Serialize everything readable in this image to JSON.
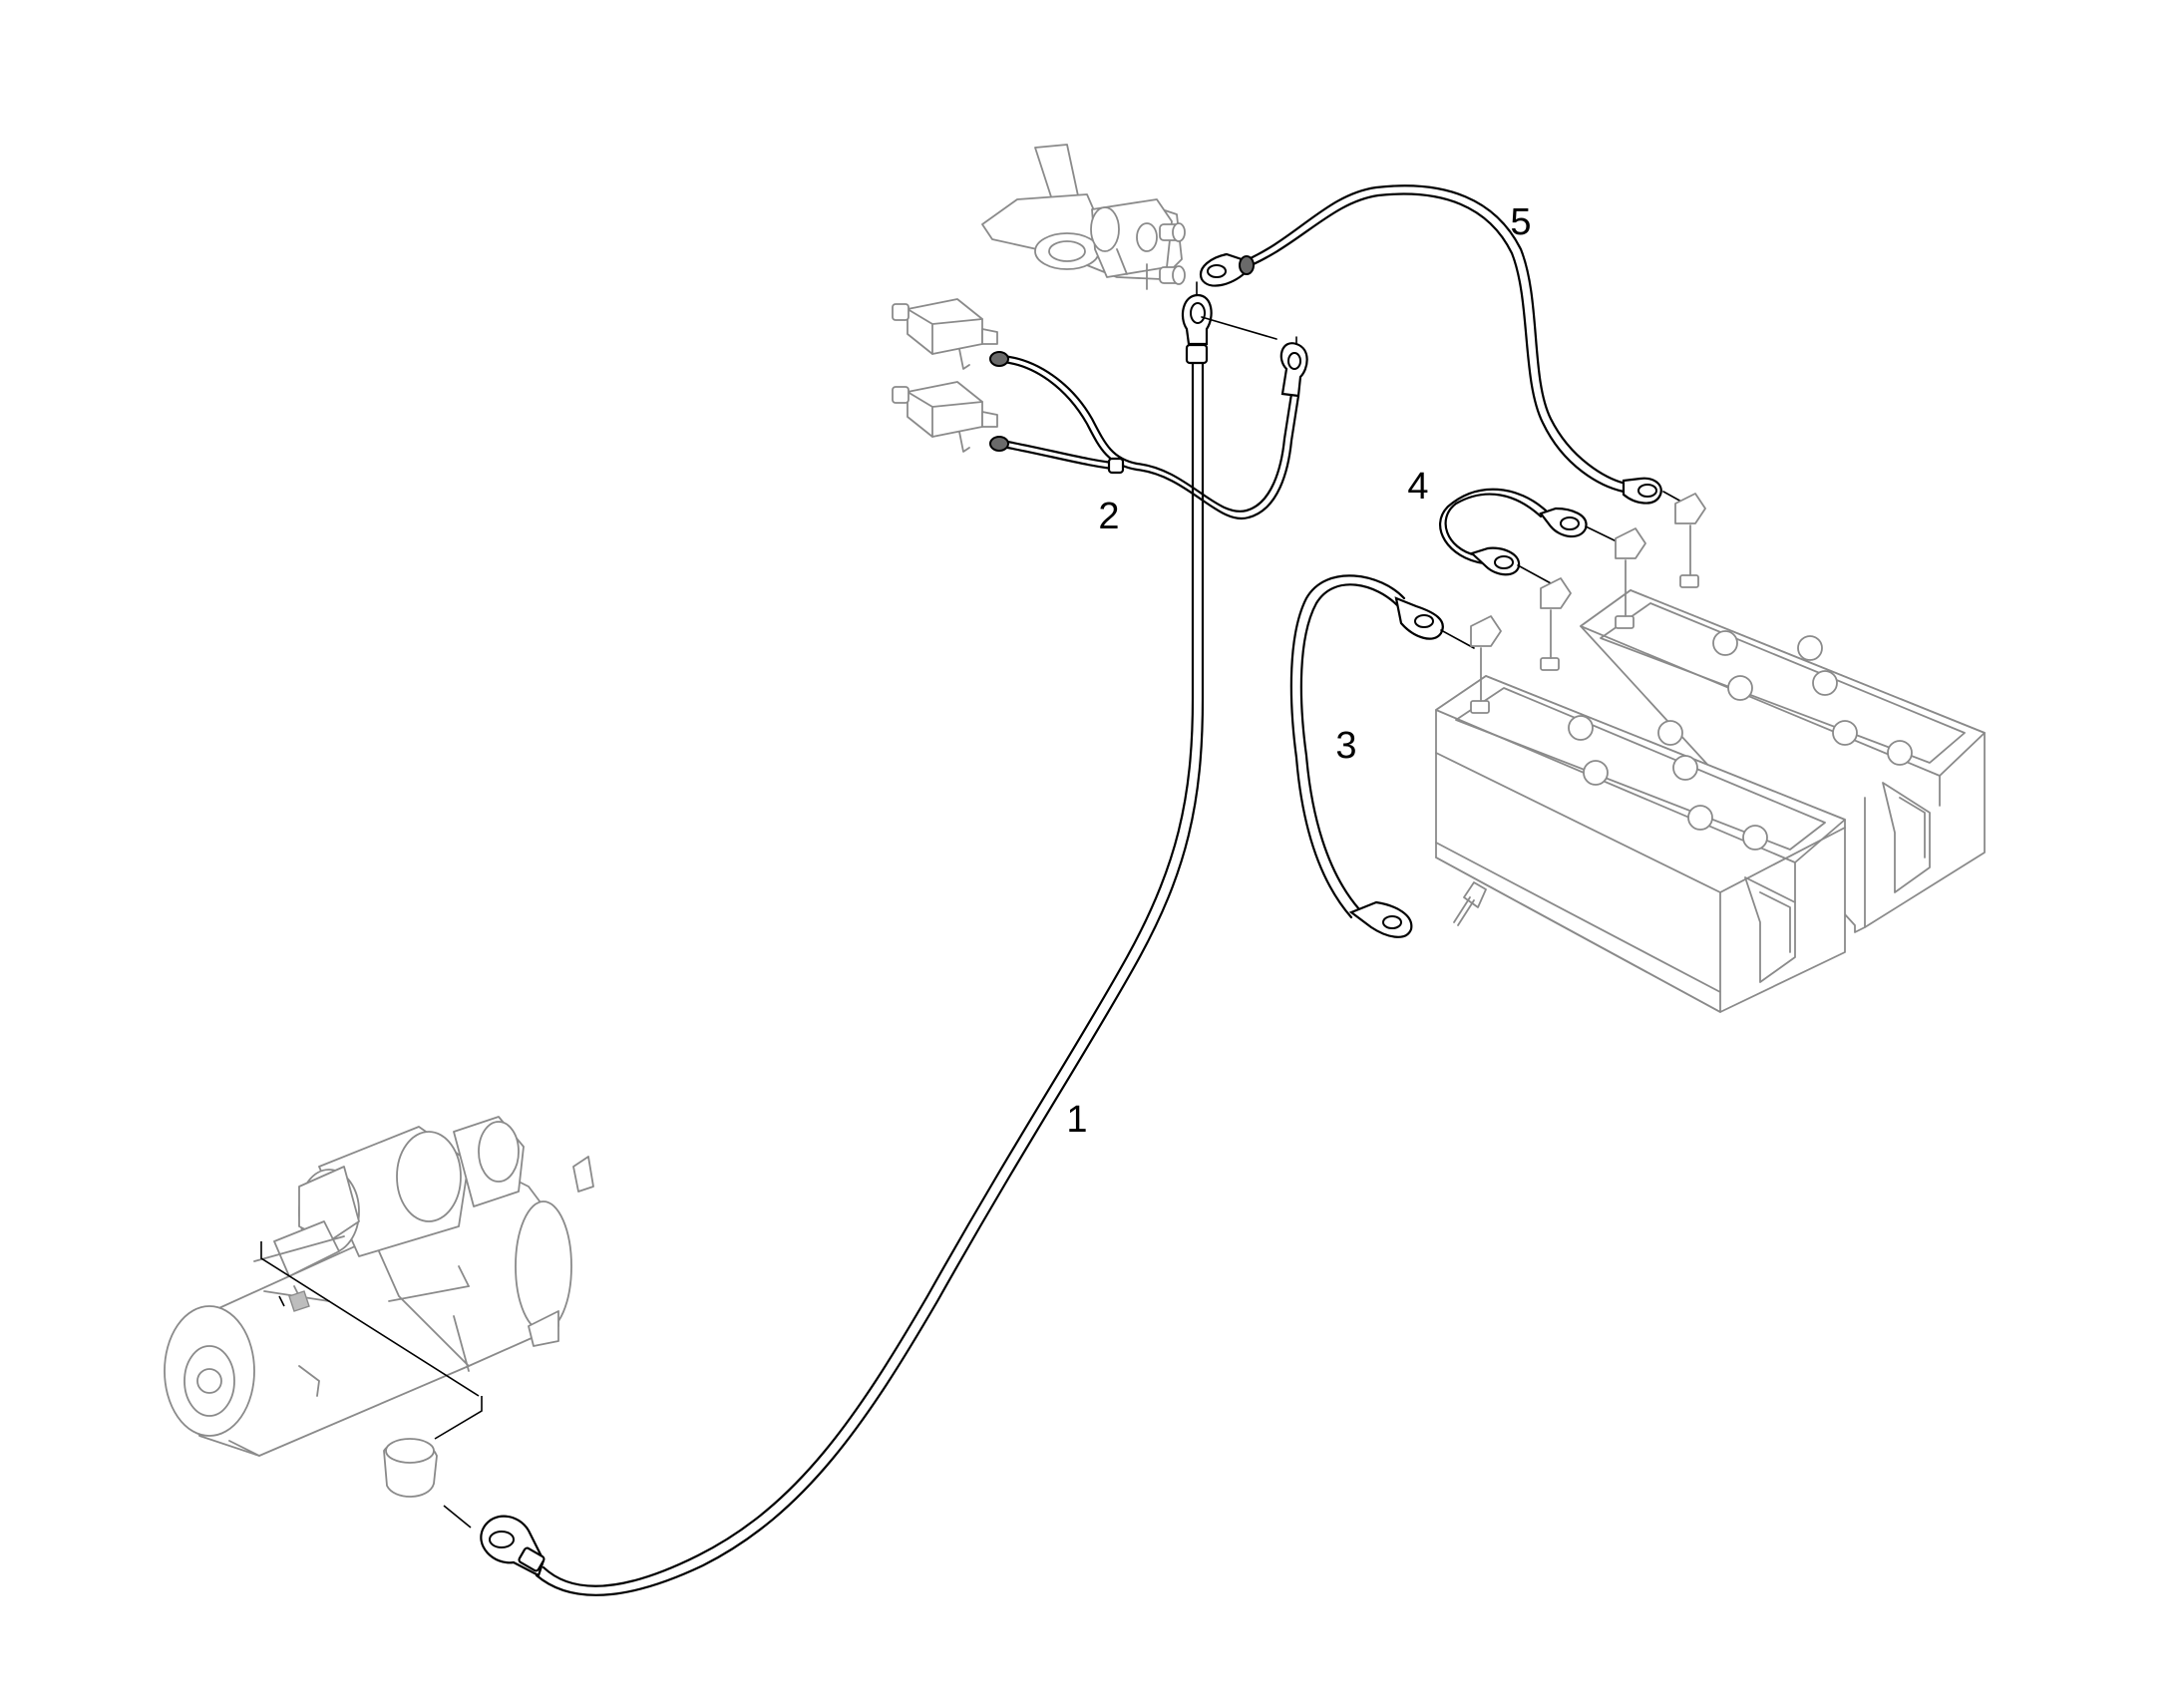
{
  "callouts": [
    "1",
    "2",
    "3",
    "4",
    "5"
  ],
  "colors": {
    "line": "#000000",
    "component": "#8a8a8a",
    "background": "#ffffff"
  }
}
